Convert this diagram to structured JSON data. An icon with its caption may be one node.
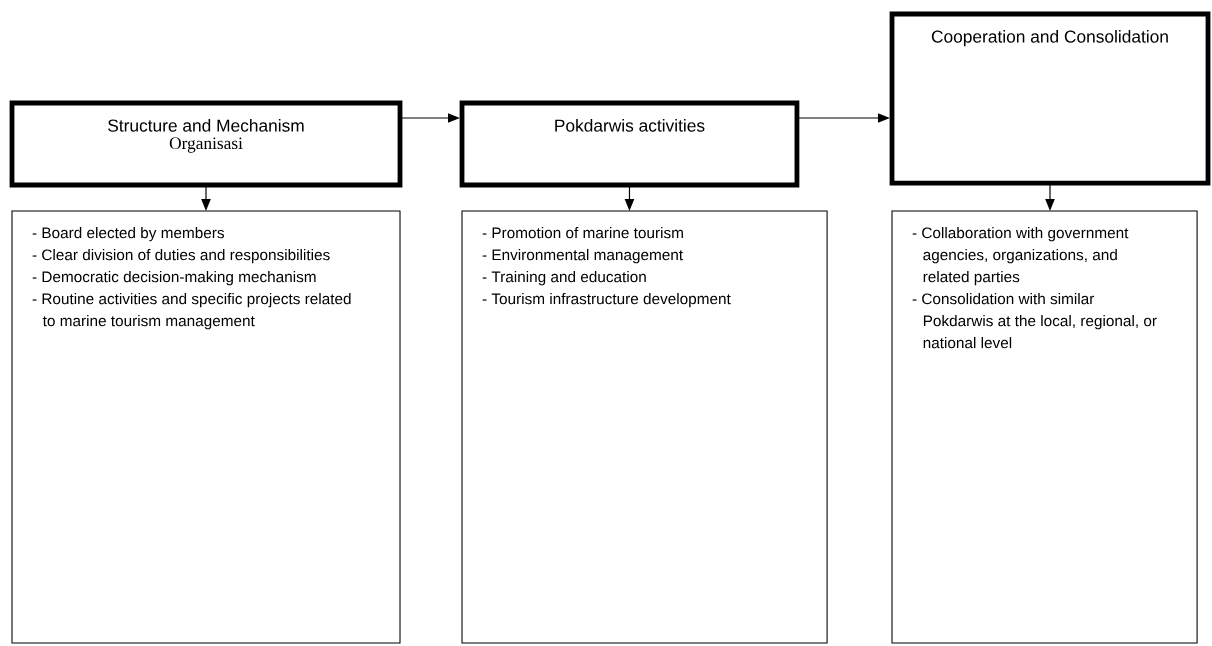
{
  "diagram": {
    "nodes": [
      {
        "text": [
          "Structure and Mechanism",
          "Organisasi"
        ]
      },
      {
        "text": [
          "Pokdarwis activities"
        ]
      },
      {
        "text": [
          "Cooperation and Consolidation"
        ]
      },
      {
        "text": [
          "- Board elected by members",
          "- Clear division of duties and responsibilities",
          "- Democratic decision-making mechanism",
          "- Routine activities and specific projects related to marine tourism management"
        ]
      },
      {
        "text": [
          "- Promotion of marine tourism",
          "- Environmental management",
          "- Training and education",
          "- Tourism infrastructure development"
        ]
      },
      {
        "text": [
          "- Collaboration with government agencies, organizations, and related parties",
          "- Consolidation with similar Pokdarwis at the local, regional, or national level"
        ]
      }
    ],
    "edges": [
      {
        "from": 0,
        "to": 1,
        "arrow": "to"
      },
      {
        "from": 1,
        "to": 2,
        "arrow": "to"
      },
      {
        "from": 0,
        "to": 3,
        "arrow": "to"
      },
      {
        "from": 1,
        "to": 4,
        "arrow": "to"
      },
      {
        "from": 2,
        "to": 5,
        "arrow": "to"
      }
    ]
  }
}
